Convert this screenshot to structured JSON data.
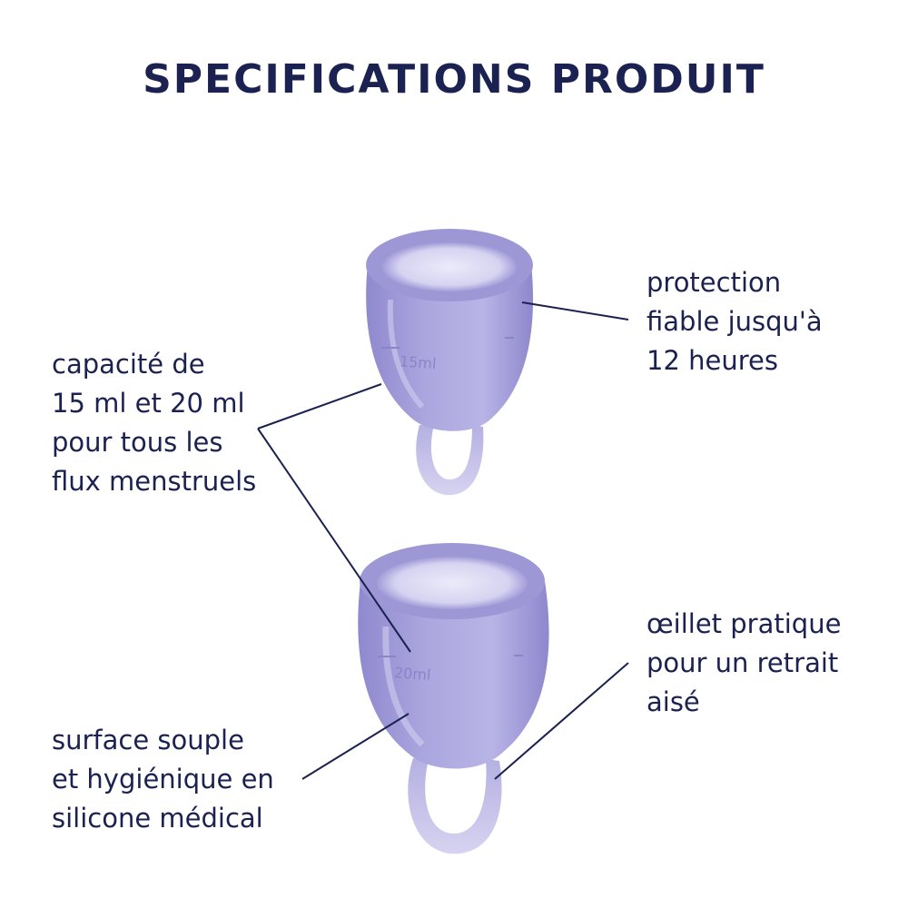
{
  "title": "SPECIFICATIONS PRODUIT",
  "callouts": {
    "capacity": [
      "capacité de",
      "15 ml et 20 ml",
      "pour tous les",
      "flux menstruels"
    ],
    "protection": [
      "protection",
      "fiable jusqu'à",
      "12 heures"
    ],
    "eyelet": [
      "œillet pratique",
      "pour un retrait",
      "aisé"
    ],
    "surface": [
      "surface souple",
      "et hygiénique en",
      "silicone médical"
    ]
  },
  "cups": {
    "small_marking": "15ml",
    "large_marking": "20ml"
  },
  "colors": {
    "text": "#1b2150",
    "cup_fill": "#a7a2dc",
    "cup_dark": "#7c76c2",
    "cup_light": "#d9d6f2",
    "leader_line": "#1b2150"
  }
}
